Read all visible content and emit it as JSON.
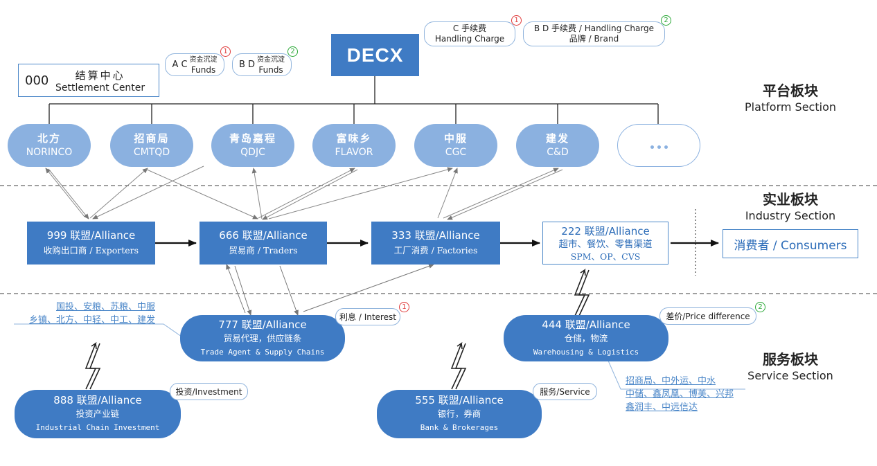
{
  "platform": {
    "decx": "DECX",
    "settlement": {
      "num": "000",
      "zh": "结算中心",
      "en": "Settlement Center"
    },
    "fees": [
      {
        "line1": "C 手续费",
        "line2": "Handling Charge",
        "badge": "1"
      },
      {
        "line1": "B D 手续费 / Handling Charge",
        "line2": "品牌 / Brand",
        "badge": "2"
      }
    ],
    "funds": [
      {
        "prefix": "A C",
        "zh": "资金沉淀",
        "en": "Funds",
        "badge": "1"
      },
      {
        "prefix": "B D",
        "zh": "资金沉淀",
        "en": "Funds",
        "badge": "2"
      }
    ],
    "members": [
      {
        "zh": "北方",
        "en": "NORINCO"
      },
      {
        "zh": "招商局",
        "en": "CMTQD"
      },
      {
        "zh": "青岛嘉程",
        "en": "QDJC"
      },
      {
        "zh": "富味乡",
        "en": "FLAVOR"
      },
      {
        "zh": "中服",
        "en": "CGC"
      },
      {
        "zh": "建发",
        "en": "C&D"
      }
    ]
  },
  "sections": {
    "platform": {
      "zh": "平台板块",
      "en": "Platform Section"
    },
    "industry": {
      "zh": "实业板块",
      "en": "Industry Section"
    },
    "service": {
      "zh": "服务板块",
      "en": "Service Section"
    }
  },
  "industry": {
    "nodes": [
      {
        "title": "999 联盟/Alliance",
        "sub": "收购出口商 / Exporters"
      },
      {
        "title": "666 联盟/Alliance",
        "sub": "贸易商 / Traders"
      },
      {
        "title": "333 联盟/Alliance",
        "sub": "工厂消费 / Factories"
      }
    ],
    "retail": {
      "title": "222 联盟/Alliance",
      "sub1": "超市、餐饮、零售渠道",
      "sub2": "SPM、OP、CVS"
    },
    "consumers": "消费者 / Consumers"
  },
  "service": {
    "trade": {
      "title": "777 联盟/Alliance",
      "sub1": "贸易代理，供应链条",
      "sub2": "Trade Agent & Supply Chains"
    },
    "warehouse": {
      "title": "444 联盟/Alliance",
      "sub1": "仓储，物流",
      "sub2": "Warehousing & Logistics"
    },
    "invest": {
      "title": "888 联盟/Alliance",
      "sub1": "投资产业链",
      "sub2": "Industrial Chain Investment"
    },
    "bank": {
      "title": "555 联盟/Alliance",
      "sub1": "银行，券商",
      "sub2": "Bank & Brokerages"
    },
    "tags": {
      "interest": {
        "label": "利息 / Interest",
        "badge": "1"
      },
      "price": {
        "label": "差价/Price difference",
        "badge": "2"
      },
      "investment": "投资/Investment",
      "service": "服务/Service"
    },
    "trade_members": [
      "国投、安粮、苏粮、中服",
      "乡镇、北方、中轻、中工、建发"
    ],
    "warehouse_members": [
      "招商局、中外运、中水",
      "中储、鑫凤凰、博美、兴邦",
      "鑫润丰、中远信达"
    ]
  },
  "colors": {
    "primary": "#3f7bc4",
    "light": "#8bb1e0",
    "link": "#4a86c8",
    "badge_red": "#e03a3a",
    "badge_green": "#2aa836"
  }
}
